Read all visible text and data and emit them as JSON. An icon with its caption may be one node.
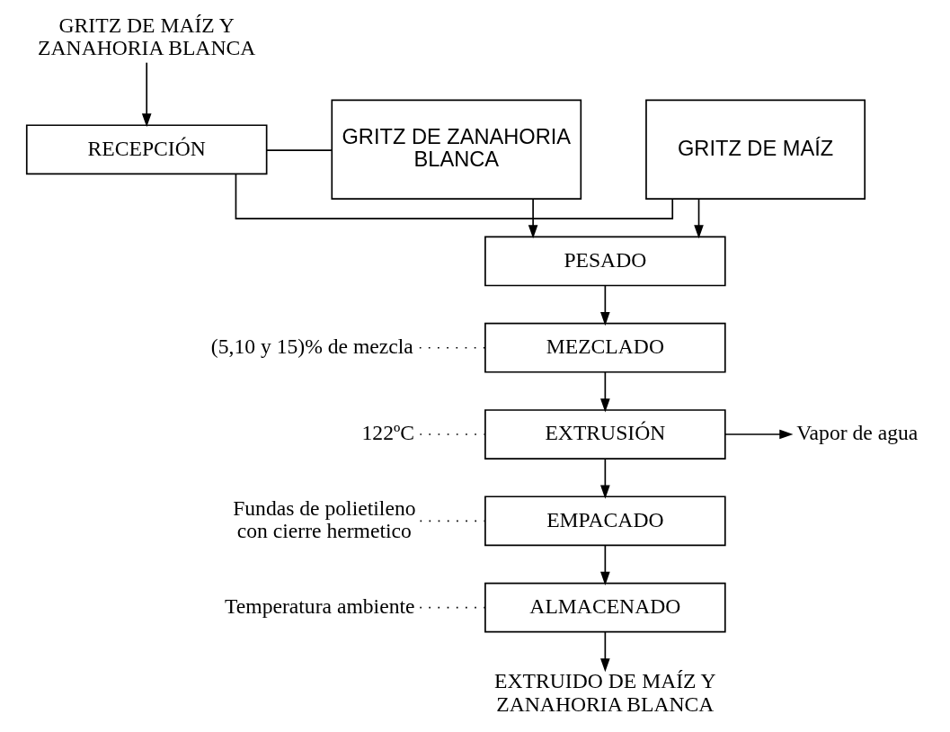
{
  "diagram": {
    "nodes": [
      {
        "text": [
          "GRITZ DE MAÍZ Y ZANAHORIA BLANCA"
        ]
      },
      {
        "text": [
          "RECEPCIÓN"
        ]
      },
      {
        "text": [
          "GRITZ DE MAÍZ"
        ]
      },
      {
        "text": [
          "GRITZ DE ZANAHORIA BLANCA"
        ]
      },
      {
        "text": [
          "PESADO"
        ]
      },
      {
        "text": [
          "MEZCLADO"
        ]
      },
      {
        "text": [
          "EXTRUSIÓN"
        ]
      },
      {
        "text": [
          "EMPACADO"
        ]
      },
      {
        "text": [
          "ALMACENADO"
        ]
      },
      {
        "text": [
          "EXTRUIDO DE MAÍZ Y ZANAHORIA BLANCA"
        ]
      },
      {
        "text": [
          "(5,10 y 15)% de mezcla"
        ]
      },
      {
        "text": [
          "122ºC"
        ]
      },
      {
        "text": [
          "Vapor de agua"
        ]
      },
      {
        "text": [
          "Fundas de polietileno con cierre hermetico"
        ]
      },
      {
        "text": [
          "Temperatura ambiente"
        ]
      }
    ],
    "edges": [
      {
        "from": 0,
        "to": 1,
        "arrow": "to"
      },
      {
        "from": 1,
        "to": 2,
        "arrow": "none"
      },
      {
        "from": 1,
        "to": 3,
        "arrow": "none"
      },
      {
        "from": 2,
        "to": 4,
        "arrow": "to"
      },
      {
        "from": 3,
        "to": 4,
        "arrow": "to"
      },
      {
        "from": 4,
        "to": 5,
        "arrow": "to"
      },
      {
        "from": 5,
        "to": 6,
        "arrow": "to"
      },
      {
        "from": 6,
        "to": 7,
        "arrow": "to"
      },
      {
        "from": 7,
        "to": 8,
        "arrow": "to"
      },
      {
        "from": 8,
        "to": 9,
        "arrow": "to"
      },
      {
        "from": 10,
        "to": 5,
        "arrow": "none",
        "style": "dashed"
      },
      {
        "from": 11,
        "to": 6,
        "arrow": "none",
        "style": "dashed"
      },
      {
        "from": 6,
        "to": 12,
        "arrow": "to"
      },
      {
        "from": 13,
        "to": 7,
        "arrow": "none",
        "style": "dashed"
      },
      {
        "from": 14,
        "to": 8,
        "arrow": "none",
        "style": "dashed"
      }
    ]
  }
}
